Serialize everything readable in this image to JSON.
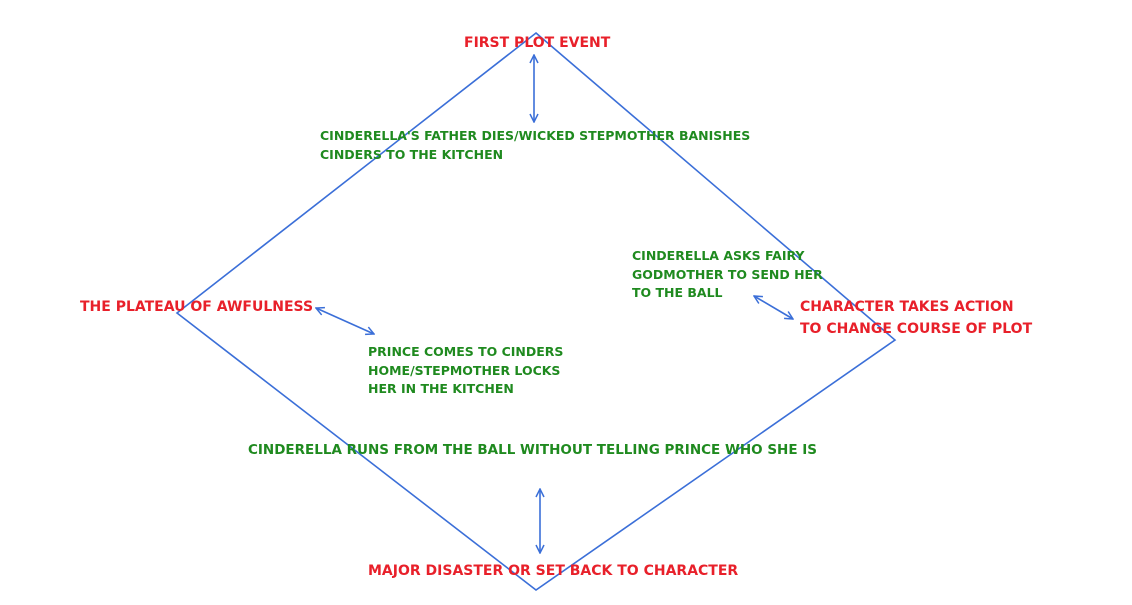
{
  "colors": {
    "outline": "#3b6fd8",
    "stage_label": "#e8202a",
    "event_label": "#1f8a1f",
    "background": "#ffffff"
  },
  "stages": {
    "top": "FIRST PLOT EVENT",
    "left": "THE PLATEAU OF AWFULNESS",
    "right_line1": "CHARACTER TAKES ACTION",
    "right_line2": "TO CHANGE COURSE OF PLOT",
    "bottom": "MAJOR DISASTER OR SET BACK TO CHARACTER"
  },
  "events": {
    "top_line1": "CINDERELLA'S FATHER DIES/WICKED STEPMOTHER BANISHES",
    "top_line2": "CINDERS TO THE KITCHEN",
    "left_line1": "PRINCE COMES TO CINDERS",
    "left_line2": "HOME/STEPMOTHER LOCKS",
    "left_line3": "HER IN THE KITCHEN",
    "right_line1": "CINDERELLA ASKS FAIRY",
    "right_line2": "GODMOTHER TO SEND HER",
    "right_line3": "TO THE BALL",
    "bottom": "CINDERELLA RUNS FROM THE BALL WITHOUT TELLING PRINCE WHO SHE IS"
  },
  "icons": {
    "connector": "double-headed-arrow-icon",
    "shape": "diamond-outline"
  }
}
